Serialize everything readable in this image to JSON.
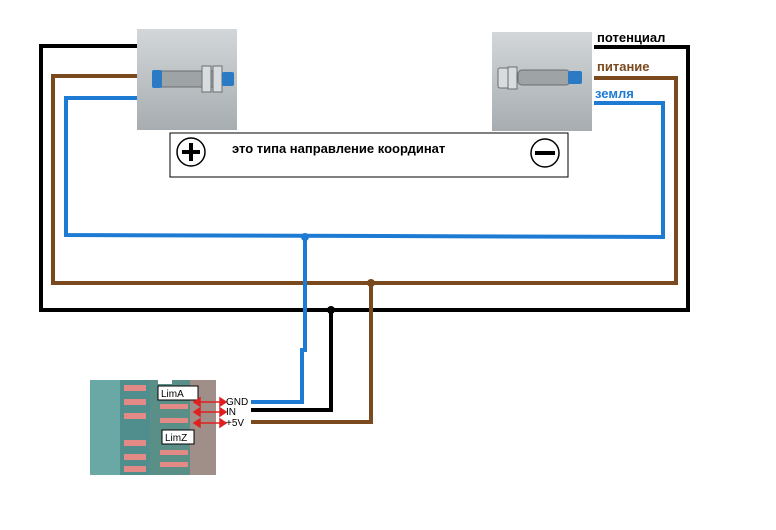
{
  "colors": {
    "potential": "#000000",
    "power": "#7a4a1e",
    "ground": "#1e7bd4",
    "arrow": "#e02020"
  },
  "labels": {
    "potential": "потенциал",
    "power": "питание",
    "ground": "земля"
  },
  "direction_box": {
    "plus_symbol": "+",
    "minus_symbol": "−",
    "text": "это типа направление координат"
  },
  "board": {
    "lim_a": "LimA",
    "lim_z": "LimZ",
    "gnd": "GND",
    "in": "IN",
    "plus5v": "+5V"
  },
  "icons": [
    "proximity-sensor-icon",
    "plus-circle-icon",
    "minus-circle-icon",
    "controller-board-icon"
  ]
}
